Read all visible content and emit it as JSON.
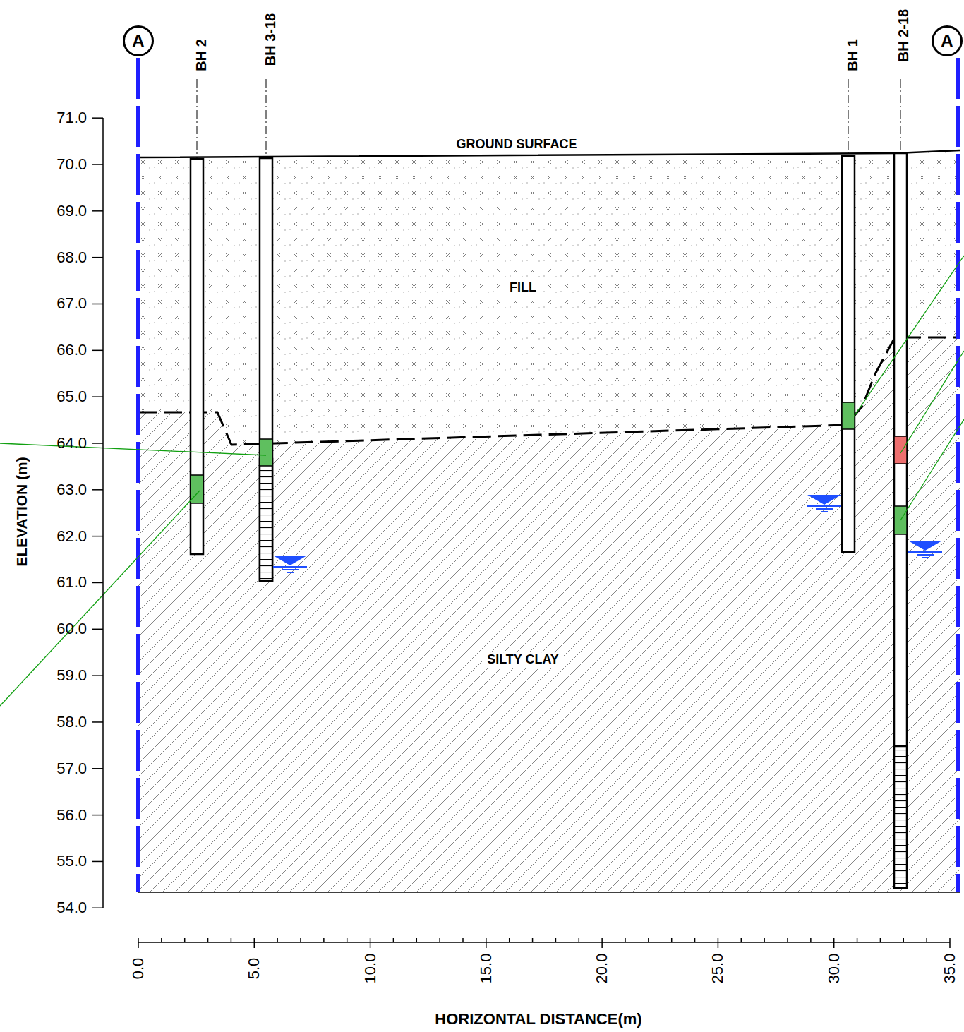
{
  "diagram": {
    "nodes": [
      {
        "text": [
          "A"
        ]
      },
      {
        "text": [
          "A"
        ]
      }
    ],
    "labels": [
      "BH 2",
      "BH 3-18",
      "BH 1",
      "BH 2-18",
      "71.0",
      "70.0",
      "69.0",
      "68.0",
      "67.0",
      "66.0",
      "65.0",
      "64.0",
      "63.0",
      "62.0",
      "61.0",
      "60.0",
      "59.0",
      "58.0",
      "57.0",
      "56.0",
      "55.0",
      "54.0",
      "ELEVATION (m)",
      "GROUND SURFACE",
      "FILL",
      "SILTY CLAY",
      "0.0",
      "5.0",
      "10.0",
      "15.0",
      "20.0",
      "25.0",
      "30.0",
      "35.0",
      "HORIZONTAL DISTANCE(m)"
    ]
  }
}
